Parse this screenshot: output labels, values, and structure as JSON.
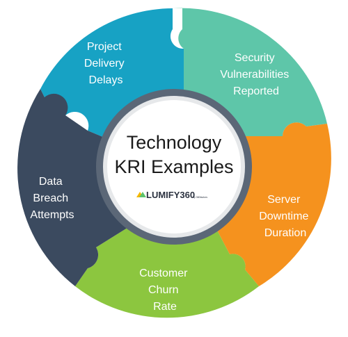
{
  "center": {
    "title_line1": "Technology",
    "title_line2": "KRI Examples"
  },
  "logo": {
    "brand": "LUMIFY360",
    "tagline": "by 360factors",
    "mark_colors": [
      "#f5b700",
      "#5cc36b",
      "#1d8fd0"
    ]
  },
  "segments": [
    {
      "id": "project-delivery-delays",
      "color": "#17a2c4",
      "lines": [
        "Project",
        "Delivery",
        "Delays"
      ]
    },
    {
      "id": "security-vulnerabilities-reported",
      "color": "#5ec6a9",
      "lines": [
        "Security",
        "Vulnerabilities",
        "Reported"
      ]
    },
    {
      "id": "server-downtime-duration",
      "color": "#f5921e",
      "lines": [
        "Server",
        "Downtime",
        "Duration"
      ]
    },
    {
      "id": "customer-churn-rate",
      "color": "#8cc63f",
      "lines": [
        "Customer",
        "Churn",
        "Rate"
      ]
    },
    {
      "id": "data-breach-attempts",
      "color": "#3b4a5f",
      "lines": [
        "Data",
        "Breach",
        "Attempts"
      ]
    }
  ]
}
